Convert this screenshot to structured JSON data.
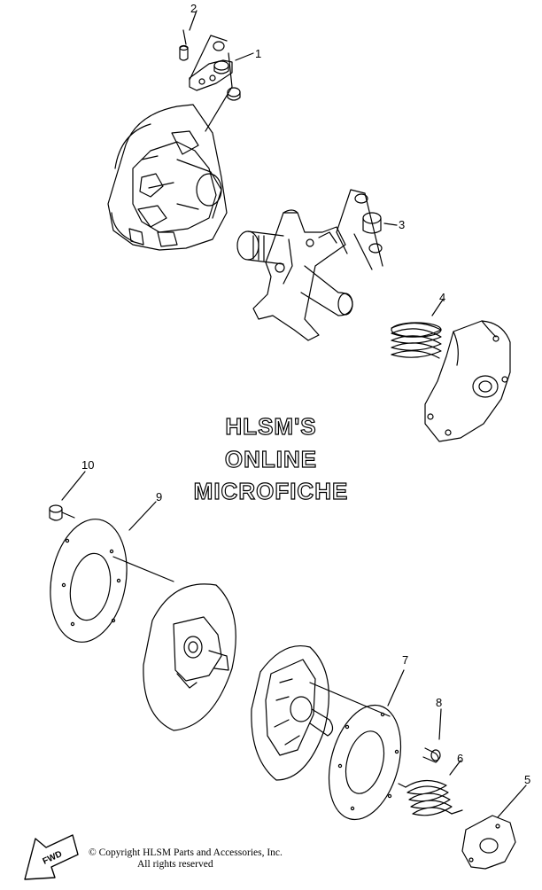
{
  "callouts": {
    "c1": "1",
    "c2": "2",
    "c3": "3",
    "c4": "4",
    "c5": "5",
    "c6": "6",
    "c7": "7",
    "c8": "8",
    "c9": "9",
    "c10": "10"
  },
  "watermark": {
    "line1": "HLSM'S",
    "line2": "ONLINE",
    "line3": "MICROFICHE"
  },
  "fwd_label": "FWD",
  "copyright": {
    "line1": "© Copyright HLSM Parts and Accessories, Inc.",
    "line2": "All rights reserved"
  }
}
